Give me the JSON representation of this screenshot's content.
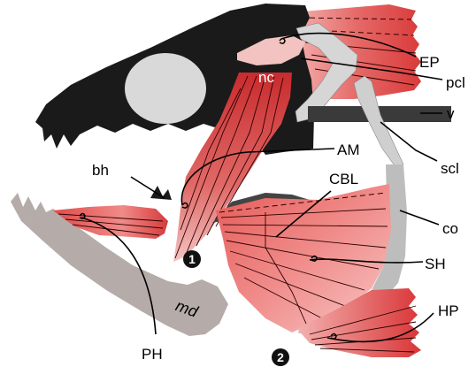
{
  "labels": {
    "EP": "EP",
    "pcl": "pcl",
    "v": "v",
    "scl": "scl",
    "nc": "nc",
    "AM": "AM",
    "CBL": "CBL",
    "bh": "bh",
    "co": "co",
    "SH": "SH",
    "HP": "HP",
    "md": "md",
    "PH": "PH",
    "marker1": "1",
    "marker2": "2"
  },
  "colors": {
    "skull": "#1a1a1a",
    "muscle": "#d9403f",
    "muscle_light": "#f2a0a0",
    "bone_light": "#d6d6d6",
    "bone_mid": "#b9b9b9",
    "jaw": "#b5aca9"
  }
}
